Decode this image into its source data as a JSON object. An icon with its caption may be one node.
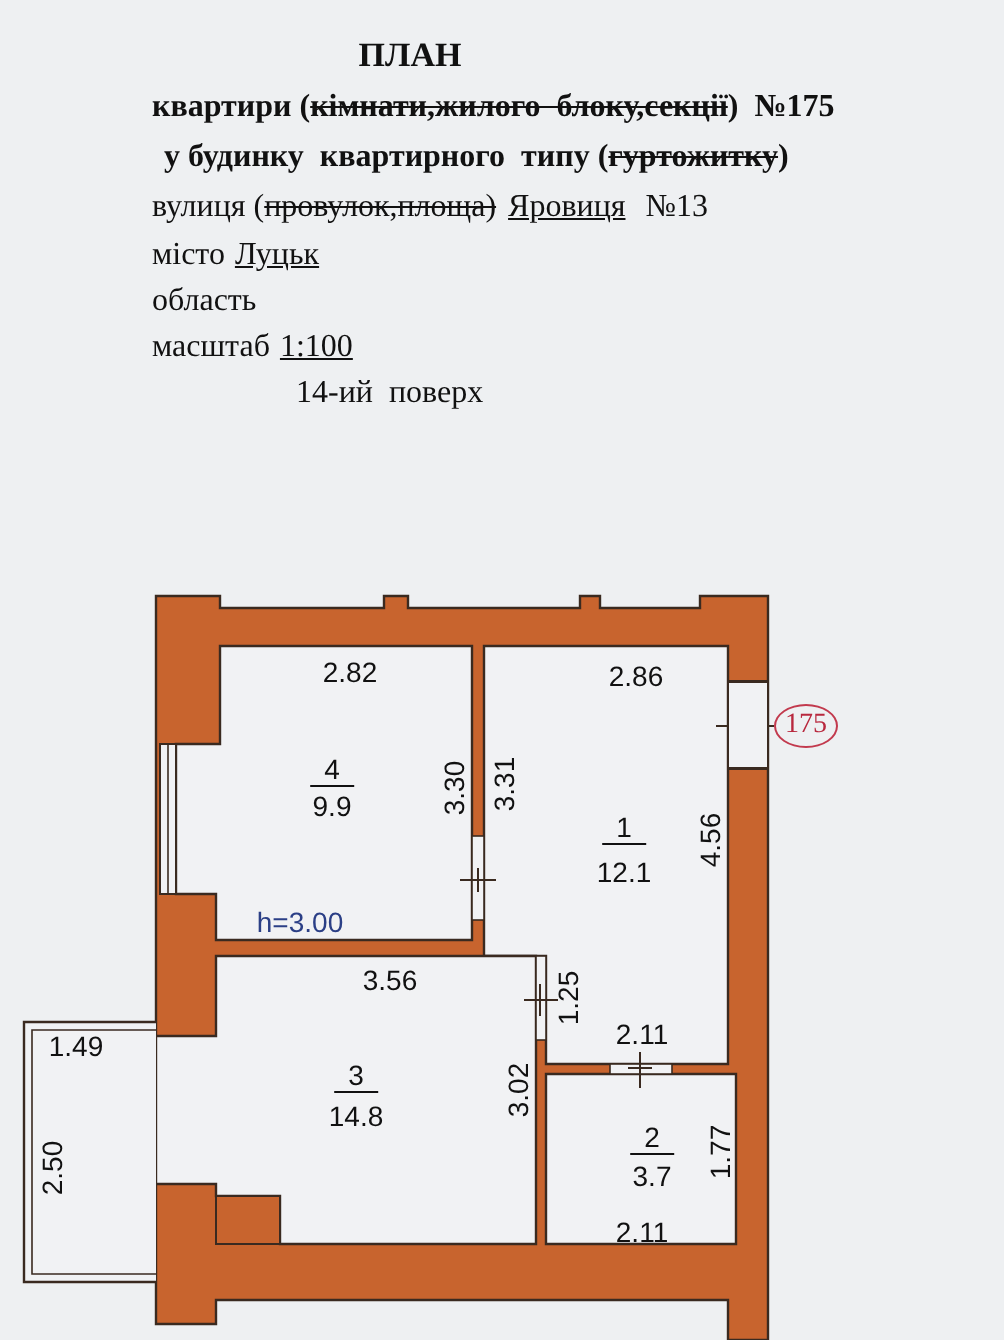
{
  "diagram": {
    "nodes": [
      {
        "text": [
          "175"
        ]
      },
      {
        "text": [],
        "shape": "box"
      }
    ],
    "edges": [
      {
        "from": 0,
        "to": 1,
        "arrow": "none"
      }
    ],
    "labels": [
      "ПЛАН",
      "квартири (",
      "кімнати,жилого  блоку,секції",
      ")  №175",
      "у будинку  квартирного  типу (",
      "гуртожитку",
      ")",
      "вулиця (",
      "провулок,площа)",
      "Яровиця",
      "№13",
      "місто",
      "Луцьк",
      "область",
      "масштаб",
      "1:100",
      "14-ий  поверх",
      "2.82",
      "2.86",
      "4",
      "9.9",
      "3.30",
      "3.31",
      "1",
      "12.1",
      "4.56",
      "h=3.00",
      "3.56",
      "1.25",
      "2.11",
      "1.49",
      "3",
      "14.8",
      "2.50",
      "3.02",
      "2",
      "3.7",
      "1.77",
      "2.11"
    ]
  }
}
